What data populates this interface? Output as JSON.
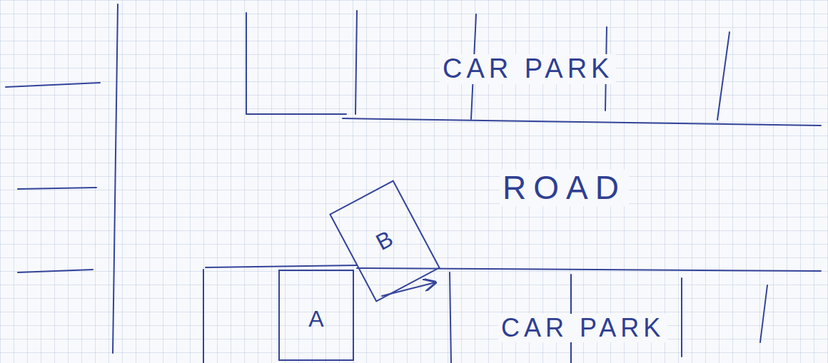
{
  "diagram": {
    "nodes": [
      {
        "text": [
          "B"
        ]
      },
      {
        "text": [
          "A"
        ]
      }
    ],
    "labels": [
      "CAR PARK",
      "ROAD",
      "CAR PARK"
    ]
  }
}
